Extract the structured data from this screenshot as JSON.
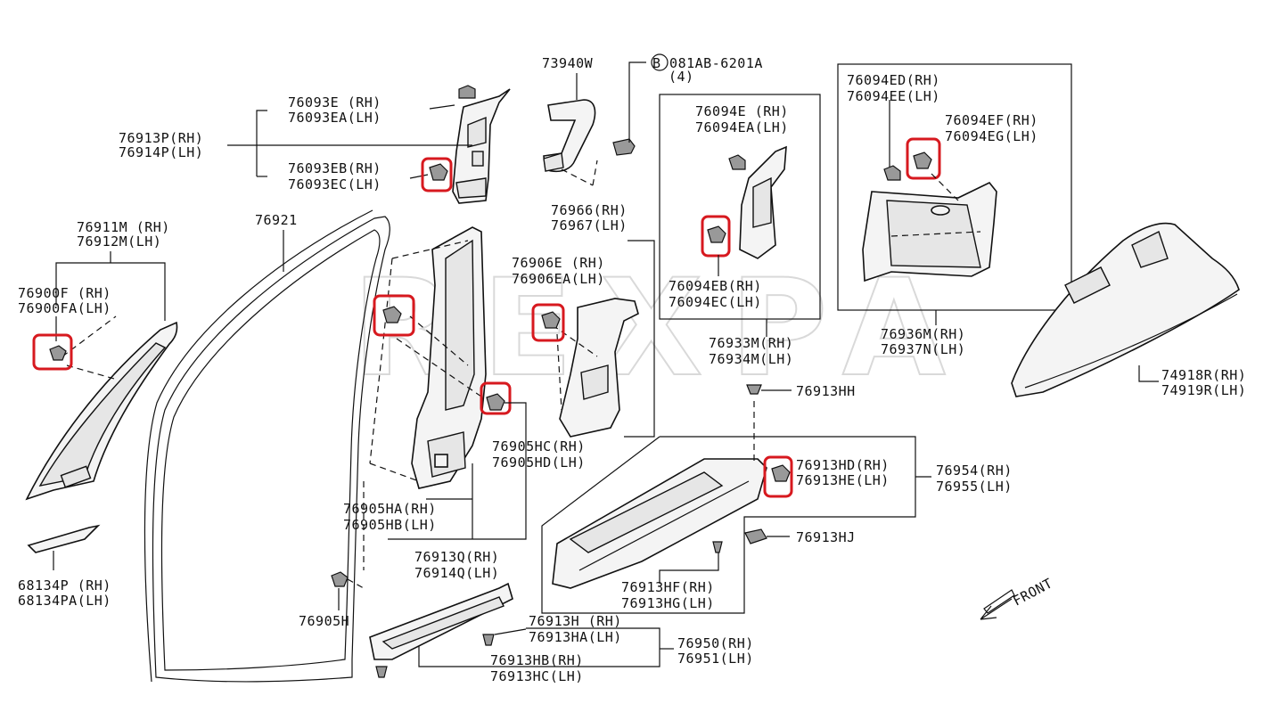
{
  "watermark": "REXPA",
  "front_label": "FRONT",
  "labels": {
    "p73940W": "73940W",
    "p081AB": "B 081AB-6201A",
    "p081AB_qty": "(4)",
    "p76093E": "76093E  (RH)",
    "p76093EA": "76093EA(LH)",
    "p76913P": "76913P(RH)",
    "p76914P": "76914P(LH)",
    "p76093EB": "76093EB(RH)",
    "p76093EC": "76093EC(LH)",
    "p76911M": "76911M (RH)",
    "p76912M": "76912M(LH)",
    "p76921": "76921",
    "p76900F": "76900F  (RH)",
    "p76900FA": "76900FA(LH)",
    "p68134P": "68134P  (RH)",
    "p68134PA": "68134PA(LH)",
    "p76966": "76966(RH)",
    "p76967": "76967(LH)",
    "p76906E": "76906E  (RH)",
    "p76906EA": "76906EA(LH)",
    "p76905HC": "76905HC(RH)",
    "p76905HD": "76905HD(LH)",
    "p76905HA": "76905HA(RH)",
    "p76905HB": "76905HB(LH)",
    "p76913Q": "76913Q(RH)",
    "p76914Q": "76914Q(LH)",
    "p76905H": "76905H",
    "p76094E": "76094E  (RH)",
    "p76094EA": "76094EA(LH)",
    "p76094EB": "76094EB(RH)",
    "p76094EC": "76094EC(LH)",
    "p76933M": "76933M(RH)",
    "p76934M": "76934M(LH)",
    "p76094ED": "76094ED(RH)",
    "p76094EE": "76094EE(LH)",
    "p76094EF": "76094EF(RH)",
    "p76094EG": "76094EG(LH)",
    "p76936M": "76936M(RH)",
    "p76937N": "76937N(LH)",
    "p74918R": "74918R(RH)",
    "p74919R": "74919R(LH)",
    "p76913HH": "76913HH",
    "p76913HD": "76913HD(RH)",
    "p76913HE": "76913HE(LH)",
    "p76954": "76954(RH)",
    "p76955": "76955(LH)",
    "p76913HJ": "76913HJ",
    "p76913HF": "76913HF(RH)",
    "p76913HG": "76913HG(LH)",
    "p76913H": "76913H  (RH)",
    "p76913HA": "76913HA(LH)",
    "p76950": "76950(RH)",
    "p76951": "76951(LH)",
    "p76913HB": "76913HB(RH)",
    "p76913HC": "76913HC(LH)"
  },
  "colors": {
    "highlight": "#d7191f",
    "line": "#111111",
    "watermark": "#d9d9d9"
  }
}
